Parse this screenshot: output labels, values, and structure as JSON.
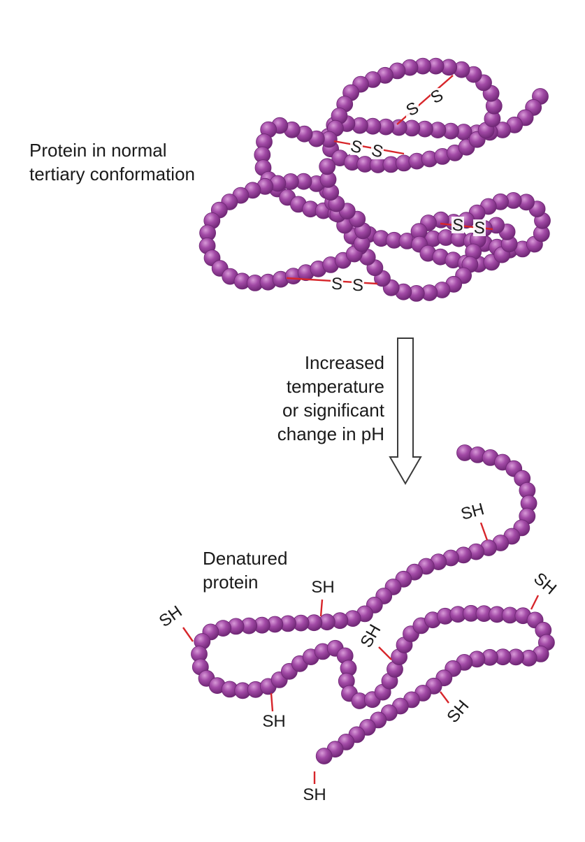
{
  "native": {
    "caption_lines": [
      "Protein in normal",
      "tertiary conformation"
    ],
    "disulfide_label": "S",
    "disulfide_count": 4
  },
  "transition": {
    "caption_lines": [
      "Increased",
      "temperature",
      "or significant",
      "change in pH"
    ]
  },
  "denatured": {
    "caption_lines": [
      "Denatured",
      "protein"
    ],
    "sulfhydryl_label": "SH",
    "sulfhydryl_count": 8
  },
  "colors": {
    "bead_fill": "#a24aa6",
    "bead_dark": "#6e2674",
    "bead_highlight": "#d89ad8",
    "bond": "#d7262b",
    "text": "#1a1a1a",
    "arrow_stroke": "#3a3a3a"
  },
  "icons": {
    "amino-acid-bead": "bead-icon",
    "transition-arrow": "down-arrow-icon"
  }
}
